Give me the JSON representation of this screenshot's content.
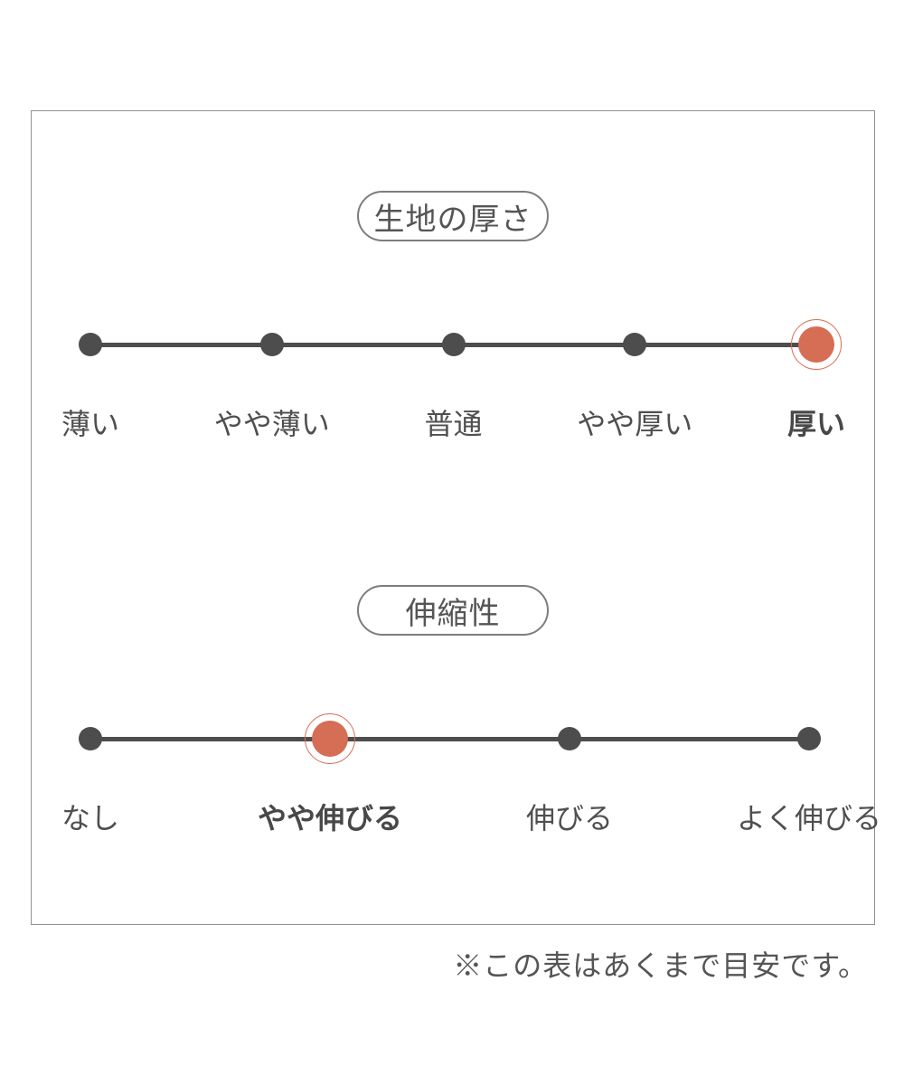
{
  "colors": {
    "accent": "#d66d55",
    "line": "#4d4d4d",
    "text": "#4f4f4f",
    "box_border": "#919191",
    "pill_border": "#7d7d7d"
  },
  "chart_data": [
    {
      "type": "line",
      "subtype": "rating-scale",
      "title": "生地の厚さ",
      "categories": [
        "薄い",
        "やや薄い",
        "普通",
        "やや厚い",
        "厚い"
      ],
      "num_levels": 5,
      "selected_index": 4,
      "selected": "厚い",
      "marker": "dot",
      "selected_marker": "large-dot-with-ring"
    },
    {
      "type": "line",
      "subtype": "rating-scale",
      "title": "伸縮性",
      "categories": [
        "なし",
        "やや伸びる",
        "伸びる",
        "よく伸びる"
      ],
      "num_levels": 4,
      "selected_index": 1,
      "selected": "やや伸びる",
      "marker": "dot",
      "selected_marker": "large-dot-with-ring"
    }
  ],
  "footnote": "※この表はあくまで目安です。"
}
